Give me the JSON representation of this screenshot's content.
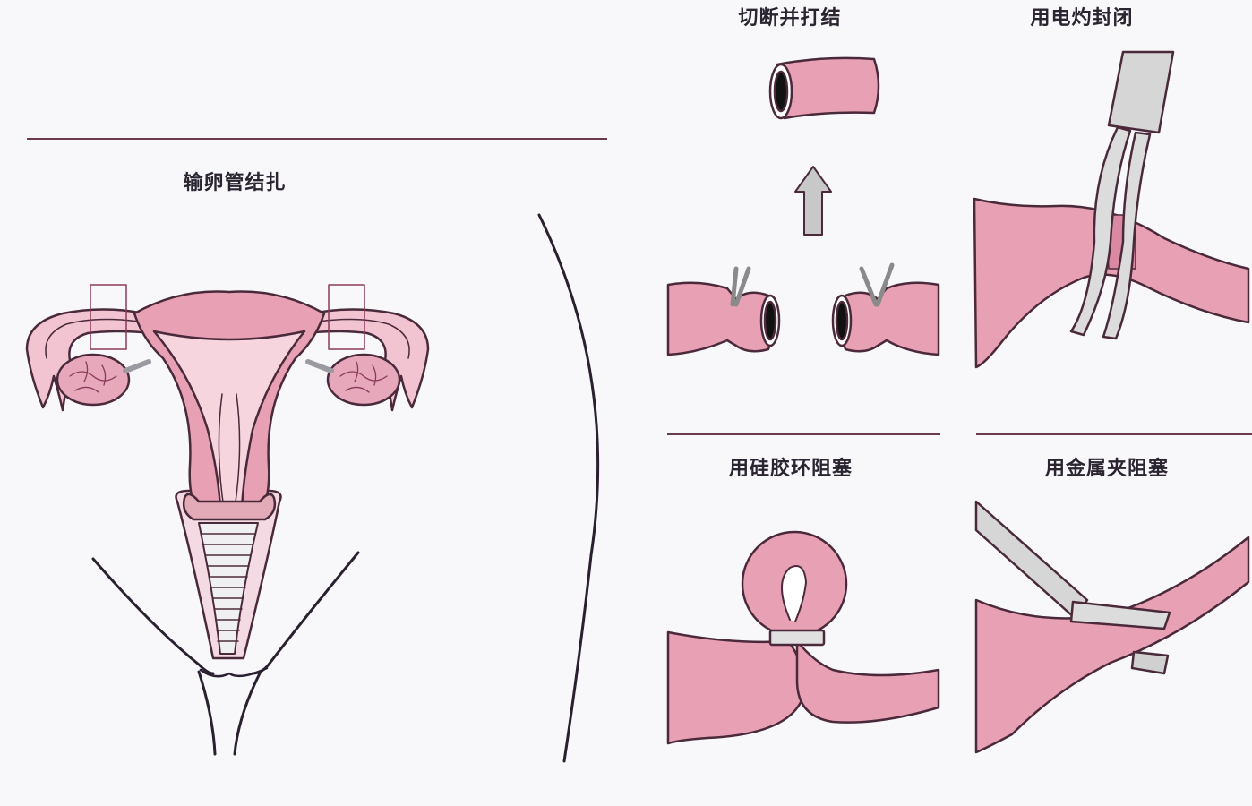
{
  "diagram": {
    "main_panel": {
      "title": "输卵管结扎",
      "subject": "uterus-with-fallopian-tubes",
      "markers": [
        "left-ligation-site-box",
        "right-ligation-site-box"
      ]
    },
    "method_panels": [
      {
        "label": "切断并打结",
        "subject": "cut-and-tie"
      },
      {
        "label": "用电灼封闭",
        "subject": "electrocautery-sealing"
      },
      {
        "label": "用硅胶环阻塞",
        "subject": "silicone-ring-blocking"
      },
      {
        "label": "用金属夹阻塞",
        "subject": "metal-clip-blocking"
      }
    ],
    "colors": {
      "tissue_pink": "#e8a0b4",
      "tissue_light": "#f4cfd9",
      "outline": "#4a2a3a",
      "instrument_gray": "#d4d4d4",
      "rule": "#6a3a4e",
      "background": "#f8f8fb"
    }
  }
}
